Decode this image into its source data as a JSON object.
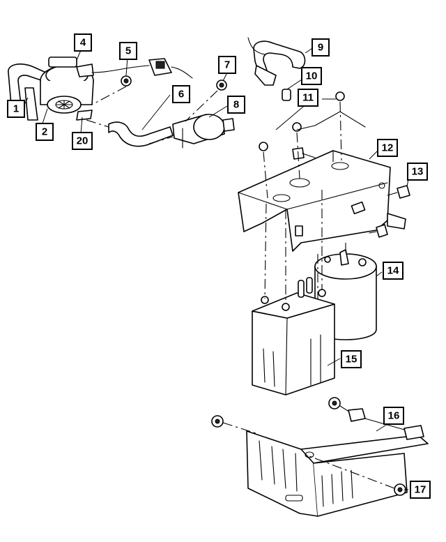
{
  "callouts": [
    {
      "label": "1"
    },
    {
      "label": "2"
    },
    {
      "label": "4"
    },
    {
      "label": "5"
    },
    {
      "label": "6"
    },
    {
      "label": "7"
    },
    {
      "label": "8"
    },
    {
      "label": "9"
    },
    {
      "label": "10"
    },
    {
      "label": "11"
    },
    {
      "label": "12"
    },
    {
      "label": "13"
    },
    {
      "label": "14"
    },
    {
      "label": "15"
    },
    {
      "label": "16"
    },
    {
      "label": "17"
    },
    {
      "label": "20"
    }
  ]
}
